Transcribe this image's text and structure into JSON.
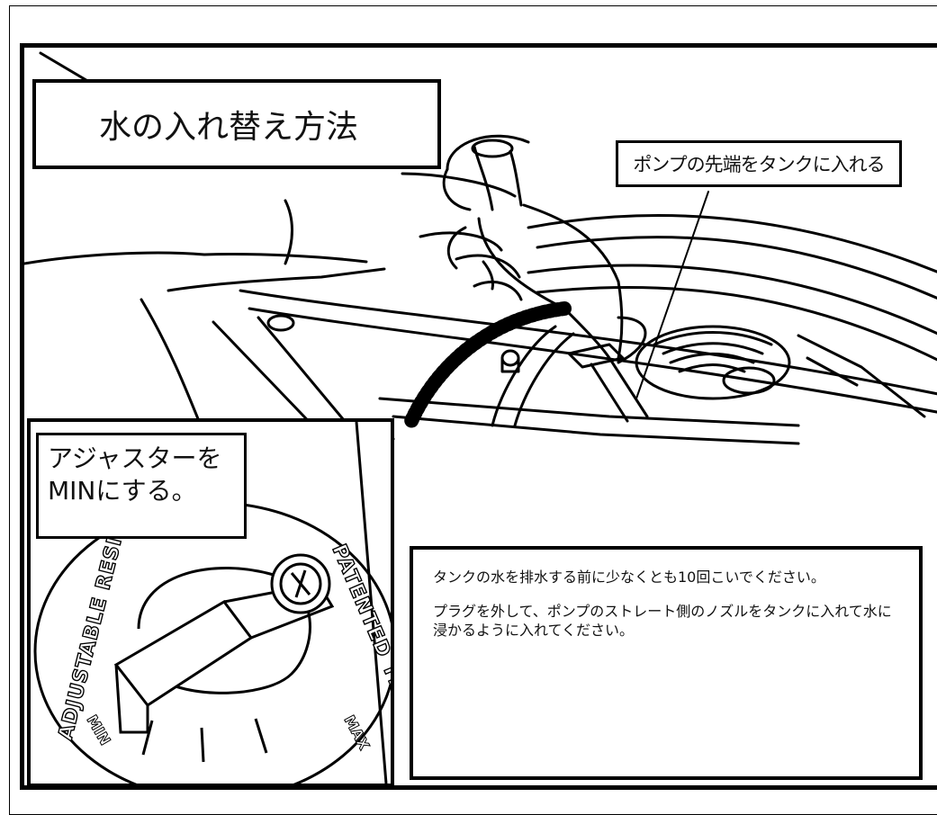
{
  "title": "水の入れ替え方法",
  "pump_callout": "ポンプの先端をタンクに入れる",
  "adjuster_instruction": [
    "アジャスターを",
    "MINにする。"
  ],
  "instructions": [
    "タンクの水を排水する前に少なくとも10回こいでください。",
    "プラグを外して、ポンプのストレート側のノズルをタンクに入れて水に浸かるように入れてください。"
  ],
  "dial": {
    "ring_left": "ADJUSTABLE RESISTANCE",
    "ring_right": "PATENTED TECHNOLOGY",
    "min_label": "MIN",
    "max_label": "MAX"
  },
  "icons": [
    "hand-pump-illustration",
    "resistance-dial-illustration"
  ],
  "colors": {
    "ink": "#000000",
    "paper": "#ffffff"
  }
}
